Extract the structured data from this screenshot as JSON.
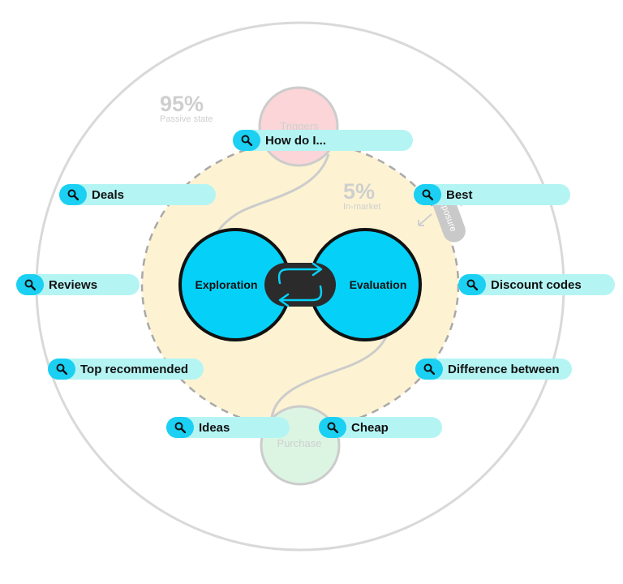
{
  "passive": {
    "percent": "95%",
    "label": "Passive state"
  },
  "in_market": {
    "percent": "5%",
    "label": "In-market"
  },
  "triggers_label": "Triggers",
  "purchase_label": "Purchase",
  "exposure_label": "Exposure",
  "exploration_label": "Exploration",
  "evaluation_label": "Evaluation",
  "searches": [
    {
      "label": "How do I..."
    },
    {
      "label": "Deals"
    },
    {
      "label": "Best"
    },
    {
      "label": "Reviews"
    },
    {
      "label": "Discount codes"
    },
    {
      "label": "Top recommended"
    },
    {
      "label": "Difference between"
    },
    {
      "label": "Ideas"
    },
    {
      "label": "Cheap"
    }
  ],
  "colors": {
    "outer_ring": "#d9d9d9",
    "in_market_fill": "#fdf3d2",
    "triggers_fill": "#fbd5d7",
    "purchase_fill": "#dcf5e3",
    "loop_fill": "#05d1f8",
    "pill_fill": "#b4f5f4",
    "pill_icon_fill": "#1bd0f2"
  }
}
